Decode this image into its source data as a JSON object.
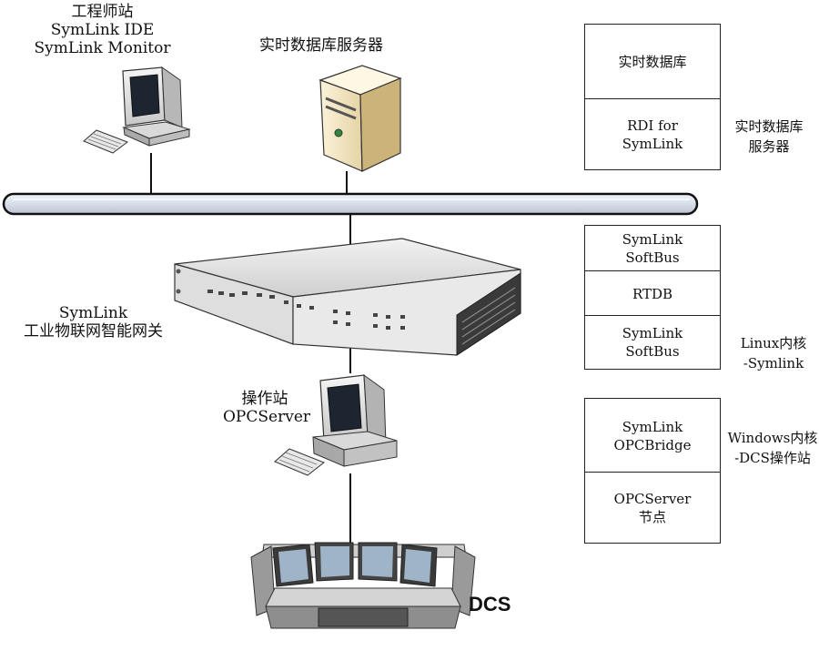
{
  "labels": {
    "eng_station": [
      "工程师站",
      "SymLink IDE",
      "SymLink Monitor"
    ],
    "db_server": "实时数据库服务器",
    "gateway": [
      "SymLink",
      "工业物联网智能网关"
    ],
    "operator": [
      "操作站",
      "OPCServer"
    ],
    "dcs": "DCS"
  },
  "stack_db": {
    "cells": [
      [
        "实时数据库"
      ],
      [
        "RDI for",
        "SymLink"
      ]
    ],
    "side": [
      "实时数据库",
      "服务器"
    ]
  },
  "stack_linux": {
    "cells": [
      [
        "SymLink",
        "SoftBus"
      ],
      [
        "RTDB"
      ],
      [
        "SymLink",
        "SoftBus"
      ]
    ],
    "side": [
      "Linux内核",
      "-Symlink"
    ]
  },
  "stack_windows": {
    "cells": [
      [
        "SymLink",
        "OPCBridge"
      ],
      [
        "OPCServer",
        "节点"
      ]
    ],
    "side": [
      "Windows内核",
      "-DCS操作站"
    ]
  },
  "colors": {
    "bus_fill": "#dfe6ef",
    "bus_stroke": "#111111",
    "line": "#111111"
  }
}
